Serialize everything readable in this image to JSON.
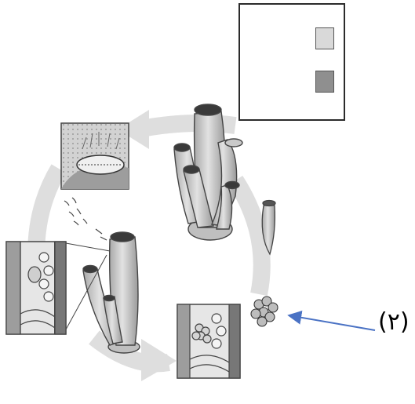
{
  "diagram": {
    "label": "(٢)",
    "colors": {
      "arrow_pointer": "#4a72c4",
      "cycle_arrow": "#dcdcdc",
      "sponge_body": "#cfcfcf",
      "swatch_light": "#d9d9d9",
      "swatch_dark": "#8f8f8f"
    },
    "legend": {
      "swatches": [
        "light-gray",
        "dark-gray"
      ]
    },
    "parts": [
      "sponge-colony-top",
      "sponge-osculum-closeup",
      "sponge-pair-left",
      "wall-cross-section-left",
      "wall-cross-section-bottom",
      "gemmule-cluster",
      "free-larva",
      "sperm-release",
      "cycle-arrows",
      "pointer-arrow"
    ]
  }
}
